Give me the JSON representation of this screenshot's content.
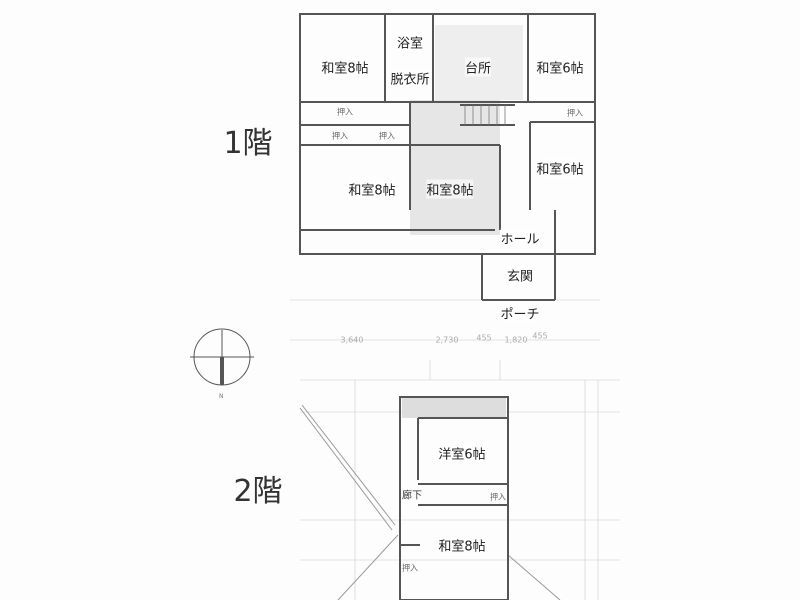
{
  "floors": [
    {
      "label": "1階",
      "rooms": [
        "和室8帖",
        "浴室",
        "脱衣所",
        "台所",
        "和室6帖",
        "和室6帖",
        "和室8帖",
        "和室8帖",
        "ホール",
        "玄関",
        "ポーチ"
      ],
      "closets": [
        "押入",
        "押入",
        "押入",
        "押入"
      ]
    },
    {
      "label": "2階",
      "rooms": [
        "洋室6帖",
        "廊下",
        "和室8帖"
      ],
      "closets": [
        "押入",
        "押入"
      ]
    }
  ],
  "dimensions": [
    "3,640",
    "2,730",
    "455",
    "1,820",
    "455"
  ],
  "compass_label": "N",
  "colors": {
    "wall": "#555555",
    "shade": "#dddddd",
    "grid": "#cccccc"
  }
}
